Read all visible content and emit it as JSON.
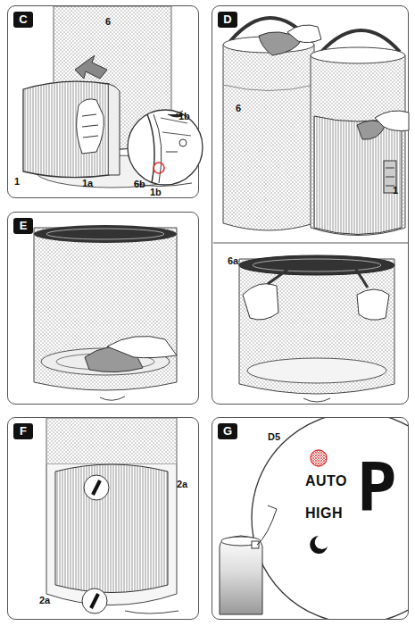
{
  "diagram": {
    "nodes": [
      {
        "text": [
          "C"
        ]
      },
      {
        "text": [
          "D"
        ]
      },
      {
        "text": [
          "E"
        ]
      },
      {
        "text": [
          "F"
        ]
      },
      {
        "text": [
          "G"
        ]
      }
    ],
    "edges": [],
    "labels": [
      "6",
      "1b",
      "1",
      "1a",
      "6b",
      "1b",
      "6",
      "1",
      "6a",
      "2a",
      "2a",
      "D5",
      "AUTO",
      "HIGH",
      "P"
    ]
  }
}
